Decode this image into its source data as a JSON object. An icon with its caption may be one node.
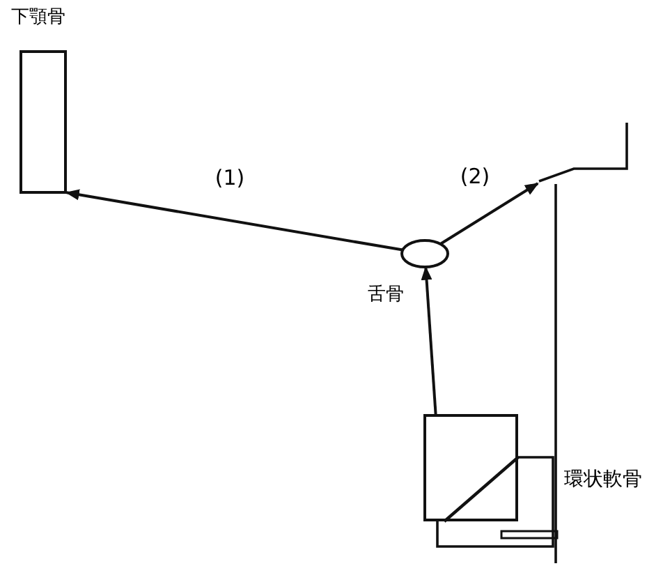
{
  "diagram": {
    "nodes": [
      {
        "text": [
          "下顎骨"
        ]
      },
      {
        "text": [
          "舌骨"
        ]
      },
      {
        "text": [],
        "shape": "line"
      },
      {
        "text": [],
        "shape": "box"
      },
      {
        "text": [
          "環状軟骨"
        ]
      }
    ],
    "edges": [
      {
        "from": 1,
        "to": 0,
        "arrow": "to",
        "label": "(1)"
      },
      {
        "from": 1,
        "to": 2,
        "arrow": "to",
        "label": "(2)"
      },
      {
        "from": 3,
        "to": 1,
        "arrow": "to"
      }
    ]
  }
}
